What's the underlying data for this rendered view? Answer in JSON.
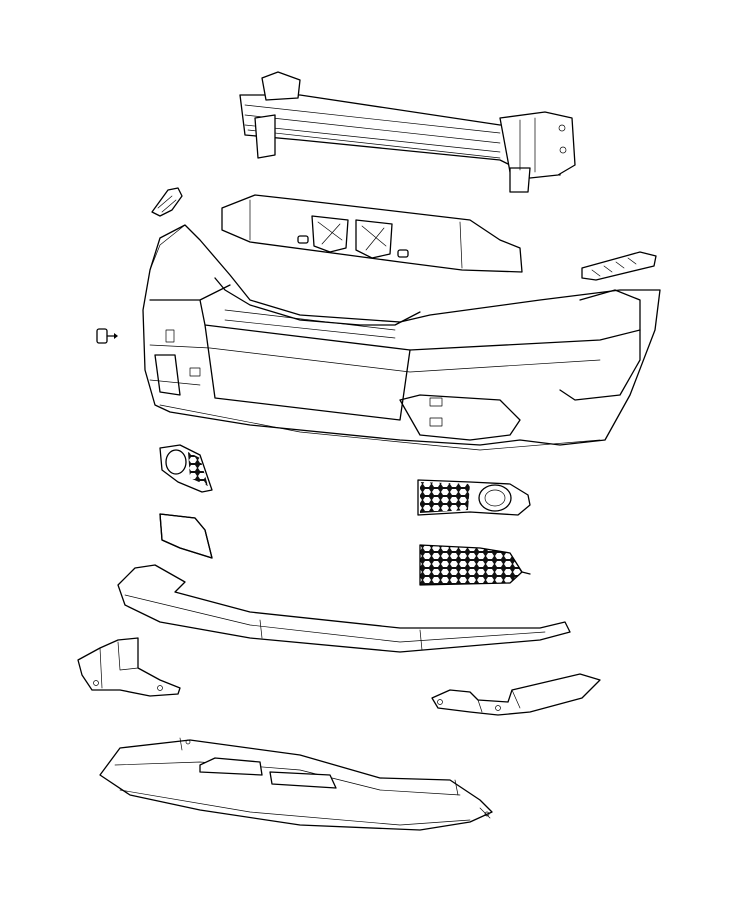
{
  "diagram": {
    "type": "exploded-parts-illustration",
    "background": "#ffffff",
    "line_color": "#000000",
    "parts": [
      "bumper-reinforcement-beam",
      "left-fascia-bracket",
      "center-energy-absorber",
      "right-fascia-bracket",
      "front-bumper-fascia",
      "tow-hook-cover",
      "left-fog-lamp-bezel",
      "right-fog-lamp-bezel",
      "left-lower-grille",
      "right-lower-grille",
      "lower-fascia-spoiler",
      "left-lower-bracket",
      "right-lower-bracket",
      "lower-air-deflector"
    ]
  }
}
